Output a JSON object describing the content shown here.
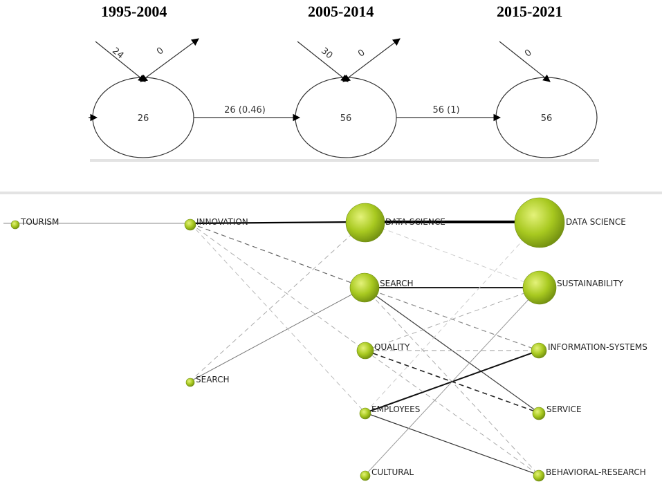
{
  "periods": [
    "1995-2004",
    "2005-2014",
    "2015-2021"
  ],
  "evolution": {
    "periods": [
      {
        "count": "26",
        "incoming": [
          "24",
          "0"
        ]
      },
      {
        "count": "56",
        "incoming": [
          "30",
          "0"
        ]
      },
      {
        "count": "56",
        "incoming": [
          "0"
        ]
      }
    ],
    "transitions": [
      "26 (0.46)",
      "56 (1)"
    ]
  },
  "themes": {
    "col1": [
      "TOURISM"
    ],
    "col2": [
      "INNOVATION",
      "SEARCH"
    ],
    "col3": [
      "DATA SCIENCE",
      "SEARCH",
      "QUALITY",
      "EMPLOYEES",
      "CULTURAL"
    ],
    "col4": [
      "DATA SCIENCE",
      "SUSTAINABILITY",
      "INFORMATION-SYSTEMS",
      "SERVICE",
      "BEHAVIORAL-RESEARCH"
    ]
  },
  "colors": {
    "node_fill": "#9fc31a",
    "node_highlight": "#d7ec6a",
    "node_edge": "#6f8c10"
  }
}
